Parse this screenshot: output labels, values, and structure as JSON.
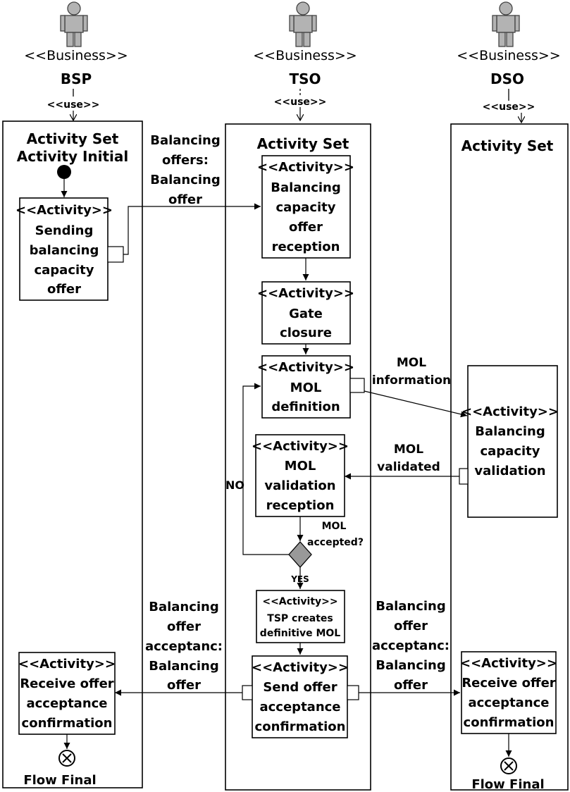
{
  "actors": [
    {
      "stereotype": "<<Business>>",
      "name": "BSP",
      "use": "<<use>>"
    },
    {
      "stereotype": "<<Business>>",
      "name": "TSO",
      "use": "<<use>>"
    },
    {
      "stereotype": "<<Business>>",
      "name": "DSO",
      "use": "<<use>>"
    }
  ],
  "lanes": {
    "bsp": {
      "title1": "Activity Set",
      "title2": "Activity Initial",
      "final": "Flow Final"
    },
    "tso": {
      "title": "Activity Set"
    },
    "dso": {
      "title": "Activity Set",
      "final": "Flow Final"
    }
  },
  "activities": {
    "bsp_send": {
      "stereo": "<<Activity>>",
      "lines": [
        "Sending",
        "balancing",
        "capacity",
        "offer"
      ]
    },
    "tso_reception": {
      "stereo": "<<Activity>>",
      "lines": [
        "Balancing",
        "capacity",
        "offer",
        "reception"
      ]
    },
    "gate": {
      "stereo": "<<Activity>>",
      "lines": [
        "Gate",
        "closure"
      ]
    },
    "mol_def": {
      "stereo": "<<Activity>>",
      "lines": [
        "MOL",
        "definition"
      ]
    },
    "mol_valrec": {
      "stereo": "<<Activity>>",
      "lines": [
        "MOL",
        "validation",
        "reception"
      ]
    },
    "tsp_creates": {
      "stereo": "<<Activity>>",
      "lines": [
        "TSP creates",
        "definitive MOL"
      ]
    },
    "send_accept": {
      "stereo": "<<Activity>>",
      "lines": [
        "Send offer",
        "acceptance",
        "confirmation"
      ]
    },
    "bsp_receive": {
      "stereo": "<<Activity>>",
      "lines": [
        "Receive offer",
        "acceptance",
        "confirmation"
      ]
    },
    "dso_validation": {
      "stereo": "<<Activity>>",
      "lines": [
        "Balancing",
        "capacity",
        "validation"
      ]
    },
    "dso_receive": {
      "stereo": "<<Activity>>",
      "lines": [
        "Receive offer",
        "acceptance",
        "confirmation"
      ]
    }
  },
  "flows": {
    "balancing_offers": [
      "Balancing",
      "offers:",
      "Balancing",
      "offer"
    ],
    "mol_information": [
      "MOL",
      "information"
    ],
    "mol_validated": [
      "MOL",
      "validated"
    ],
    "no": "NO",
    "yes": "YES",
    "mol_accepted": [
      "MOL",
      "accepted?"
    ],
    "accept_left": [
      "Balancing",
      "offer",
      "acceptanc:",
      "Balancing",
      "offer"
    ],
    "accept_right": [
      "Balancing",
      "offer",
      "acceptanc:",
      "Balancing",
      "offer"
    ]
  }
}
